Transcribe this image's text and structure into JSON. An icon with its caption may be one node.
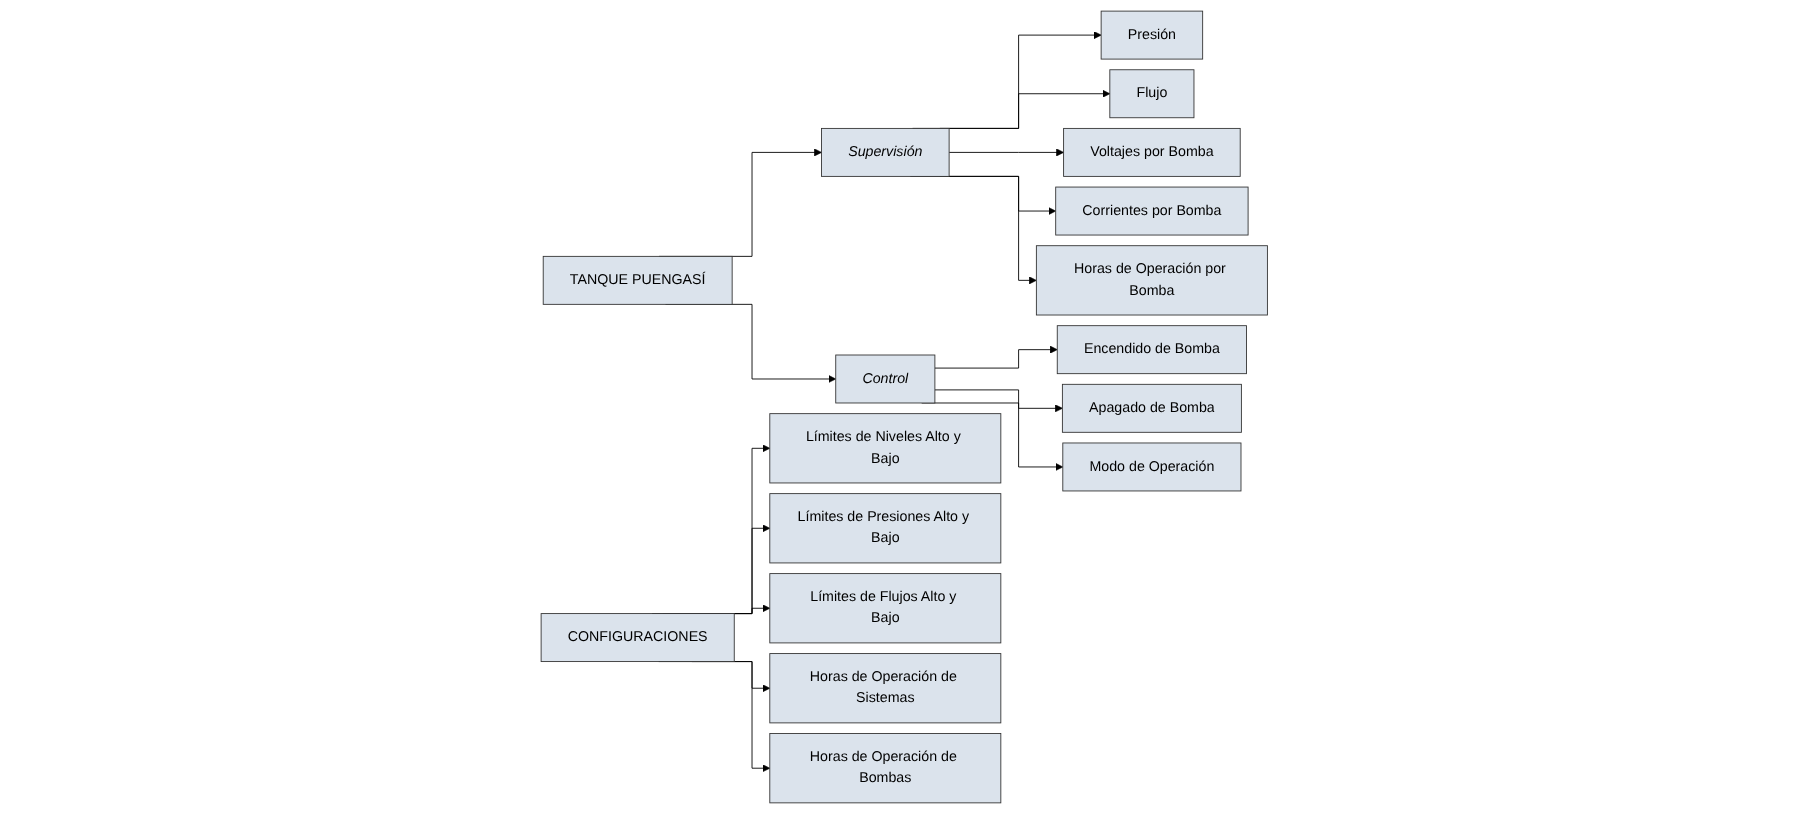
{
  "diagram": {
    "nodes": [
      {
        "text": [
          "TANQUE PUENGASÍ"
        ]
      },
      {
        "text": [
          "Supervisión"
        ]
      },
      {
        "text": [
          "Presión"
        ]
      },
      {
        "text": [
          "Flujo"
        ]
      },
      {
        "text": [
          "Voltajes por Bomba"
        ]
      },
      {
        "text": [
          "Corrientes por Bomba"
        ]
      },
      {
        "text": [
          "Horas de Operación por Bomba"
        ]
      },
      {
        "text": [
          "Control"
        ]
      },
      {
        "text": [
          "Encendido de Bomba"
        ]
      },
      {
        "text": [
          "Apagado de Bomba"
        ]
      },
      {
        "text": [
          "Modo de Operación"
        ]
      },
      {
        "text": [
          "CONFIGURACIONES"
        ]
      },
      {
        "text": [
          "Límites de Niveles Alto y Bajo"
        ]
      },
      {
        "text": [
          "Límites de Presiones Alto y Bajo"
        ]
      },
      {
        "text": [
          "Límites de Flujos Alto y Bajo"
        ]
      },
      {
        "text": [
          "Horas de Operación de Sistemas"
        ]
      },
      {
        "text": [
          "Horas de Operación de Bombas"
        ]
      }
    ],
    "edges": [
      {
        "from": 0,
        "to": 1,
        "arrow": "to"
      },
      {
        "from": 0,
        "to": 7,
        "arrow": "to"
      },
      {
        "from": 1,
        "to": 2,
        "arrow": "to"
      },
      {
        "from": 1,
        "to": 3,
        "arrow": "to"
      },
      {
        "from": 1,
        "to": 4,
        "arrow": "to"
      },
      {
        "from": 1,
        "to": 5,
        "arrow": "to"
      },
      {
        "from": 1,
        "to": 6,
        "arrow": "to"
      },
      {
        "from": 7,
        "to": 8,
        "arrow": "to"
      },
      {
        "from": 7,
        "to": 9,
        "arrow": "to"
      },
      {
        "from": 7,
        "to": 10,
        "arrow": "to"
      },
      {
        "from": 11,
        "to": 12,
        "arrow": "to"
      },
      {
        "from": 11,
        "to": 13,
        "arrow": "to"
      },
      {
        "from": 11,
        "to": 14,
        "arrow": "to"
      },
      {
        "from": 11,
        "to": 15,
        "arrow": "to"
      },
      {
        "from": 11,
        "to": 16,
        "arrow": "to"
      }
    ]
  }
}
